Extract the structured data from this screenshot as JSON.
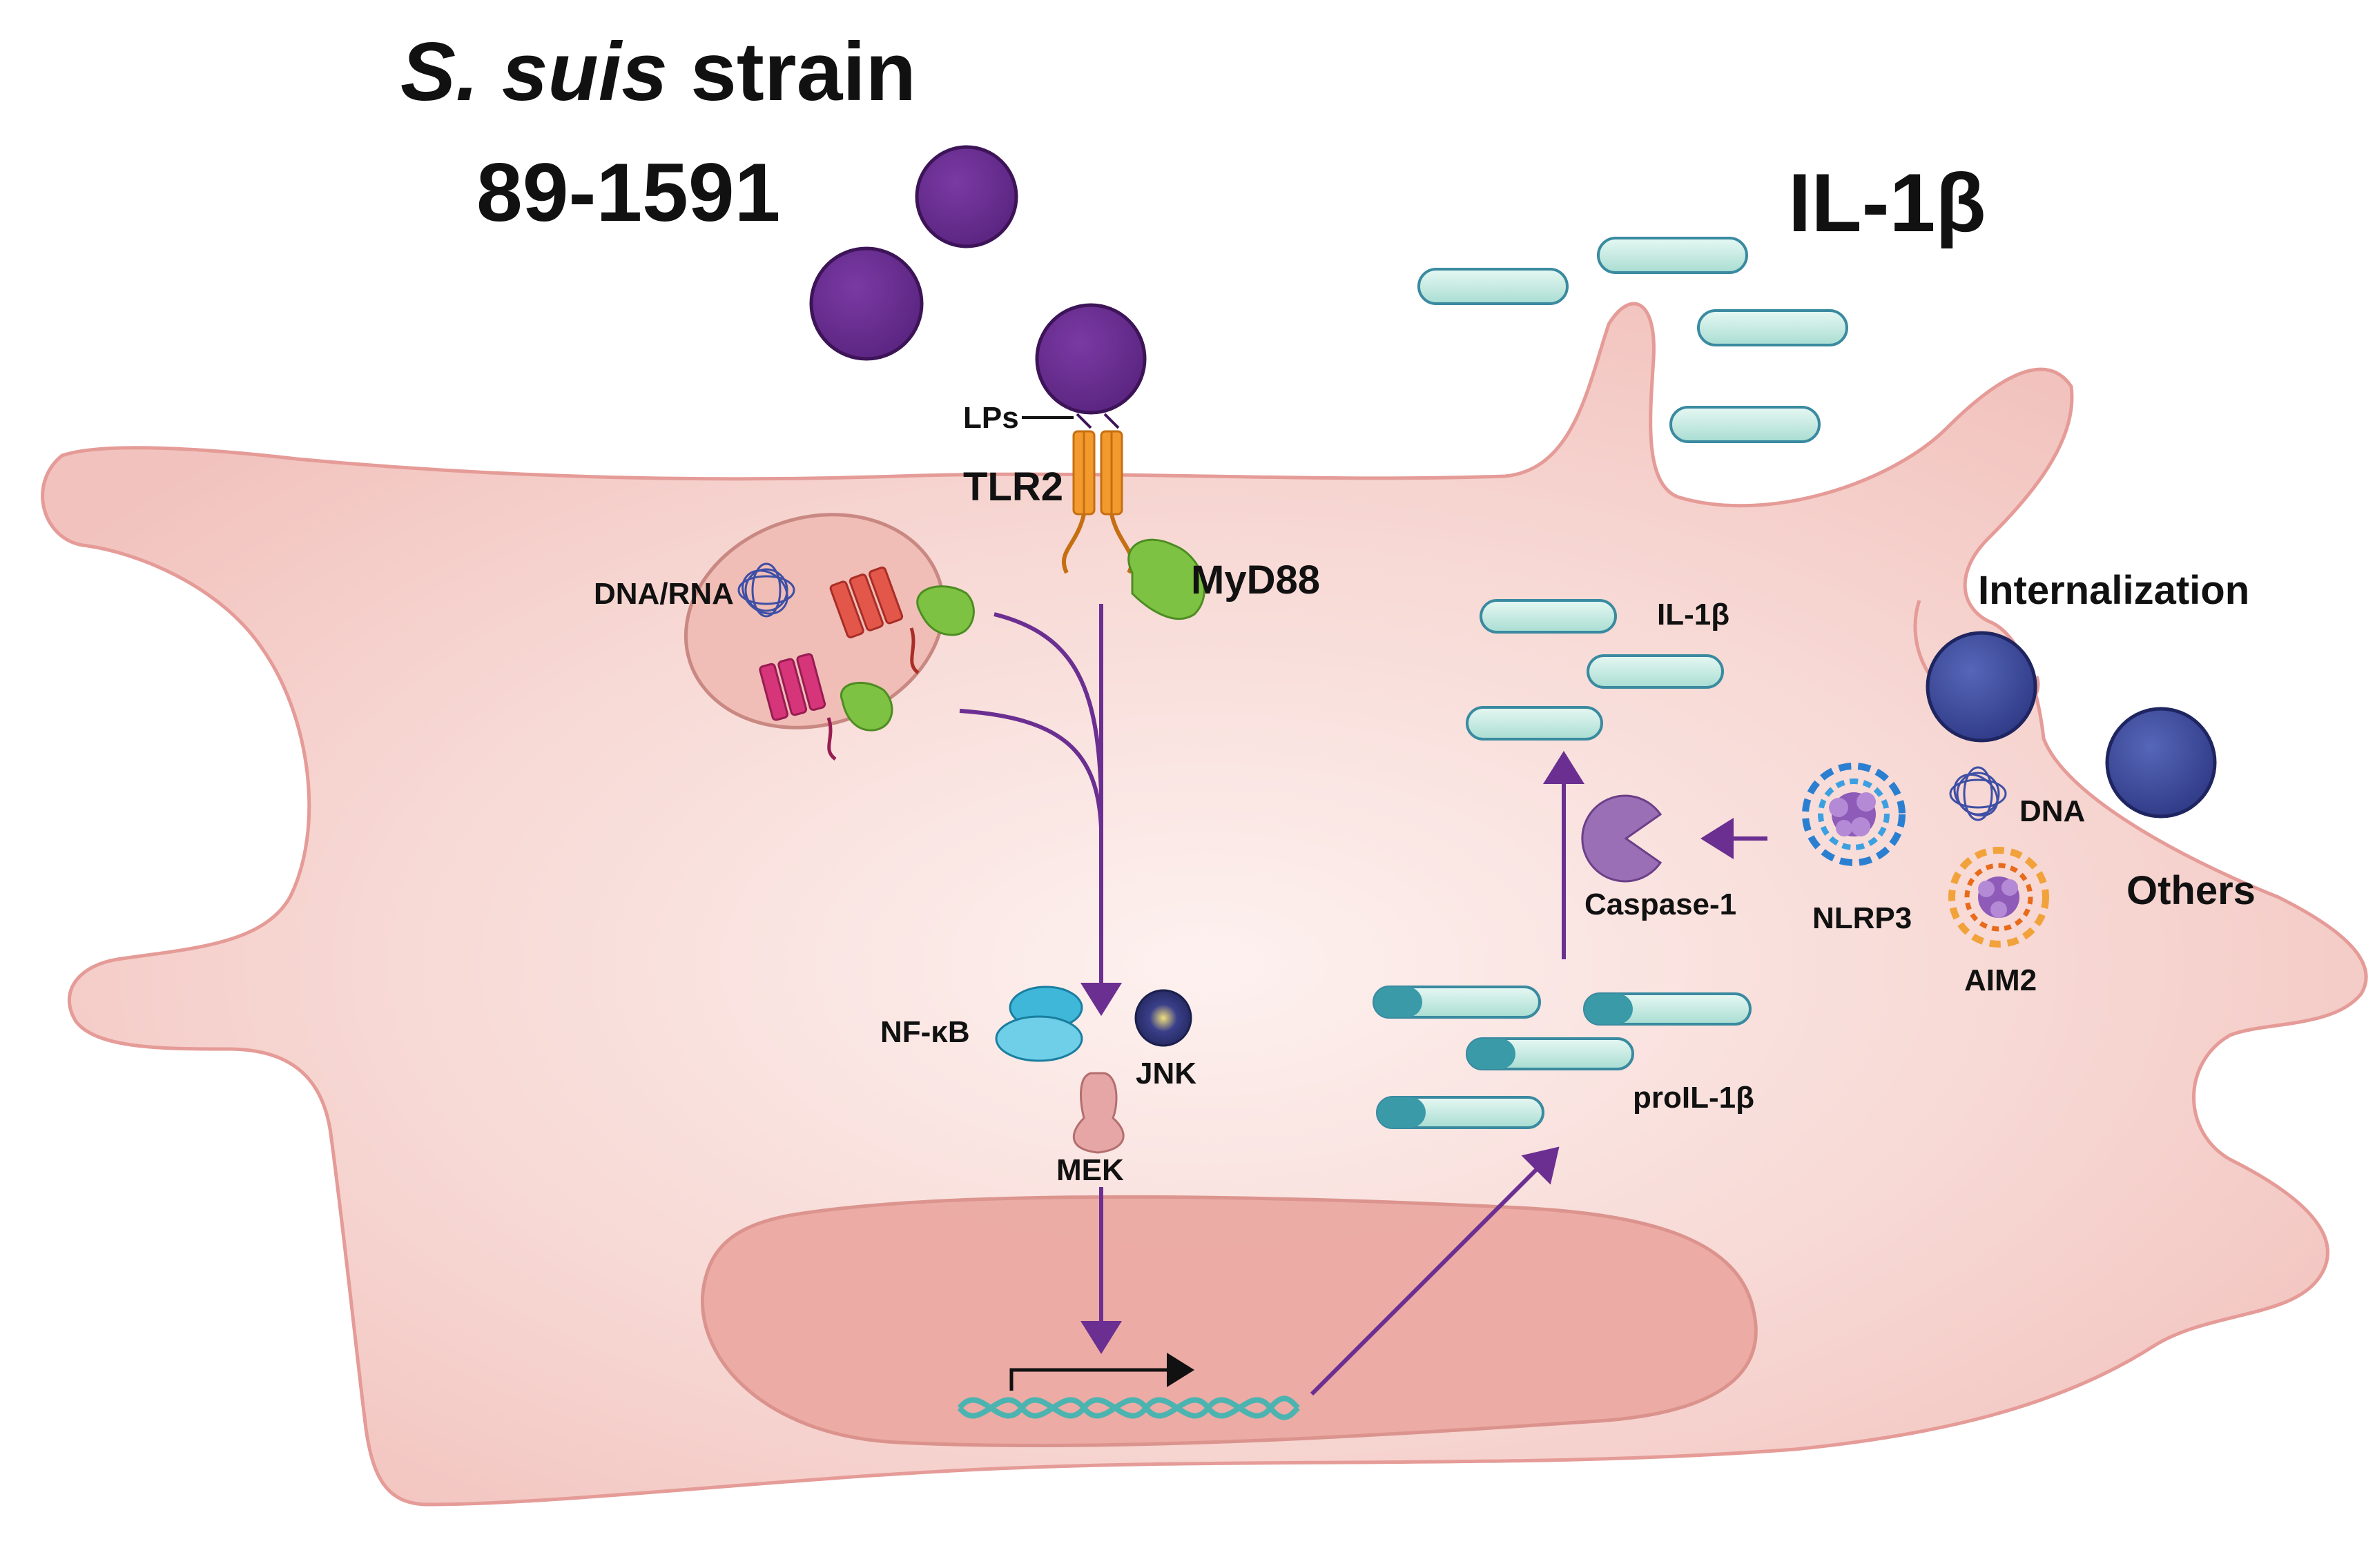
{
  "title": {
    "species_italic": "S. suis",
    "species_rest": " strain",
    "strain_id": "89-1591"
  },
  "secreted_label": "IL-1β",
  "labels": {
    "lps": "LPs",
    "tlr2": "TLR2",
    "myd88": "MyD88",
    "dna_rna": "DNA/RNA",
    "nfkb": "NF-κB",
    "jnk": "JNK",
    "mek": "MEK",
    "il1b_inner": "IL-1β",
    "caspase": "Caspase-1",
    "nlrp3": "NLRP3",
    "dna": "DNA",
    "aim2": "AIM2",
    "internalization": "Internalization",
    "others": "Others",
    "proil1b": "proIL-1β"
  },
  "colors": {
    "cell_fill": "#f4c9c4",
    "cell_stroke": "#e59b97",
    "bacteria": "#662d8c",
    "internal_bacteria": "#3f4b9a",
    "arrow": "#6b2f91",
    "il1b_fill": "#cfeee6",
    "il1b_stroke": "#3a8aa0",
    "tlr2": "#f39a2e",
    "myd88": "#7dc242",
    "nucleus": "#eba7a0",
    "dna_helix": "#4cb4b0",
    "nfkb": "#3fb7d9",
    "mek": "#e6a6a6",
    "caspase": "#9b6fb5"
  }
}
